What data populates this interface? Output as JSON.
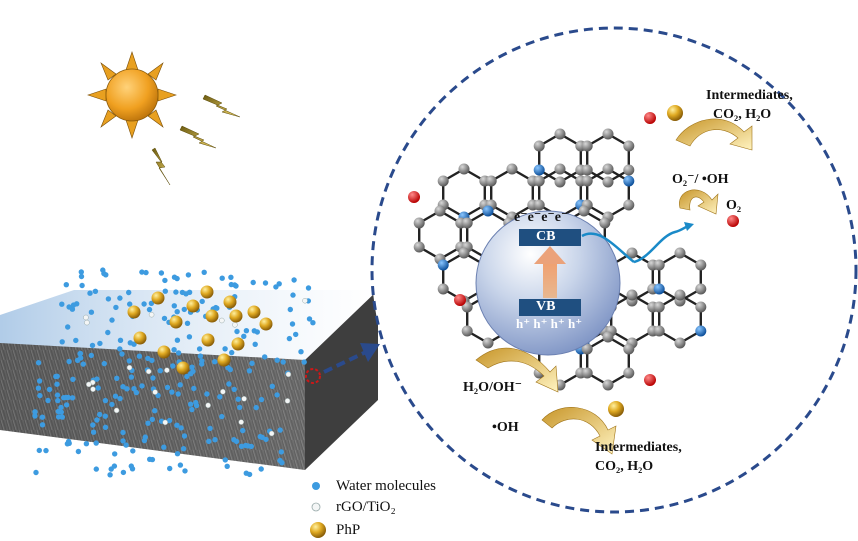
{
  "labels": {
    "electrons": "e⁻e⁻e⁻e⁻",
    "cb": "CB",
    "vb": "VB",
    "holes": "h⁺ h⁺ h⁺ h⁺",
    "top_products_l1": "Intermediates,",
    "top_products_l2": "CO₂, H₂O",
    "radical_label": "O₂⁻/ •OH",
    "oxygen_label": "O₂",
    "water_label": "H₂O/OH⁻",
    "hydroxyl_label": "•OH",
    "bottom_products_l1": "Intermediates,",
    "bottom_products_l2": "CO₂, H₂O"
  },
  "legend": [
    {
      "label": "Water molecules",
      "symbol": "blue-dot"
    },
    {
      "label": "rGO/TiO₂",
      "symbol": "white-dot"
    },
    {
      "label": "PhP",
      "symbol": "gold-sphere"
    }
  ],
  "colors": {
    "water": "#3d9be0",
    "php_gold": "#d8a21a",
    "circle_border": "#2a4a8c",
    "band": "#1f4f80",
    "oxygen_atom": "#e01818",
    "nitrogen_atom": "#1a6fc0",
    "carbon_atom": "#8a8a8a"
  }
}
